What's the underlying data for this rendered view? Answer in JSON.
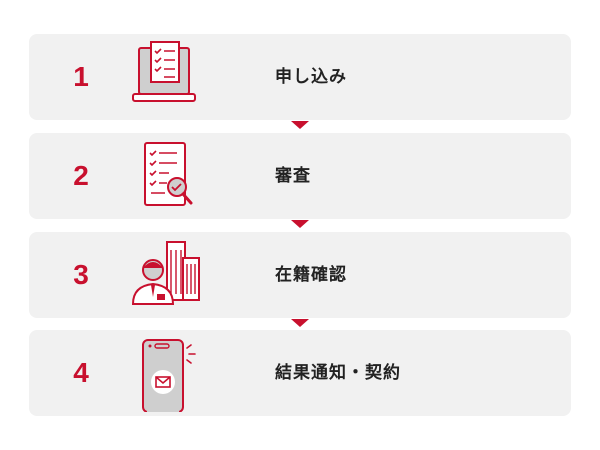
{
  "colors": {
    "accent": "#c8102e",
    "panel": "#f1f1f1",
    "text": "#222222",
    "icon_gray": "#cfcfcf"
  },
  "steps": [
    {
      "number": "1",
      "label": "申し込み",
      "icon": "laptop-form-icon"
    },
    {
      "number": "2",
      "label": "審査",
      "icon": "document-review-icon"
    },
    {
      "number": "3",
      "label": "在籍確認",
      "icon": "office-worker-icon"
    },
    {
      "number": "4",
      "label": "結果通知・契約",
      "icon": "phone-mail-icon"
    }
  ]
}
